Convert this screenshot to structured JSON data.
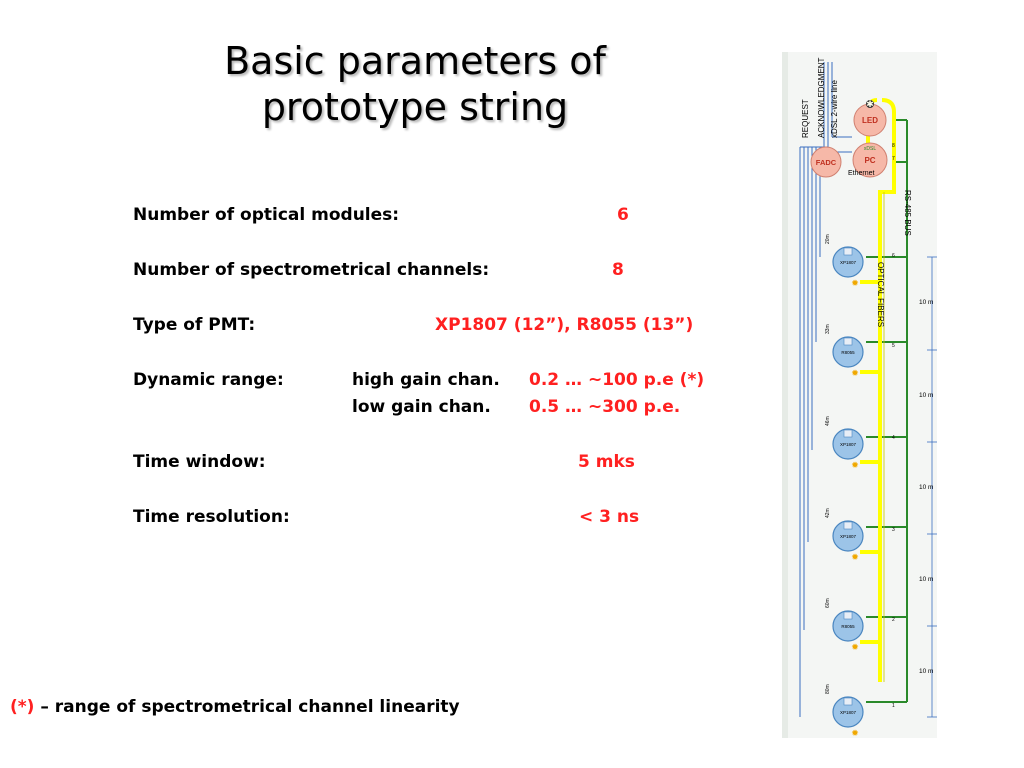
{
  "title": {
    "line1": "Basic parameters of",
    "line2": "prototype string"
  },
  "params": {
    "optical_modules": {
      "label": "Number of optical modules:",
      "value": "6"
    },
    "spectro_channels": {
      "label": "Number of spectrometrical channels:",
      "value": "8"
    },
    "pmt": {
      "label": "Type of PMT:",
      "value": "XP1807 (12”), R8055 (13”)"
    },
    "dynamic_range": {
      "label": "Dynamic range:",
      "high_label": "high gain chan.",
      "high_value": "0.2 … ~100 p.e (*)",
      "low_label": "low gain chan.",
      "low_value": "0.5 … ~300 p.e."
    },
    "time_window": {
      "label": "Time window:",
      "value": "5 mks"
    },
    "time_resolution": {
      "label": "Time resolution:",
      "value": "< 3 ns"
    }
  },
  "footnote": {
    "marker": "(*)",
    "text": " – range of spectrometrical channel linearity"
  },
  "diagram": {
    "vertical_labels": [
      "REQUEST",
      "ACKNOWLEDGMENT",
      "xDSL 2-wire line",
      "RS-485 BUS",
      "OPTICAL FIBERS"
    ],
    "led": "LED",
    "pc": "PC",
    "xdsl": "xDSL",
    "fadc": "FADC",
    "ethernet": "Ethernet",
    "spacing_label": "10 m",
    "module_names": [
      "XP1807",
      "R8055",
      "XP1807",
      "XP1807",
      "R8055",
      "XP1807"
    ],
    "module_numbers": [
      "6",
      "5",
      "4",
      "3",
      "2",
      "1"
    ],
    "cable_lengths": [
      "20m",
      "33m",
      "46m",
      "42m",
      "60m",
      "80m"
    ],
    "pc_ports": [
      "8",
      "7"
    ],
    "colors": {
      "fiber": "#ffff00",
      "bus": "#2a8a2a",
      "cable": "#3a6ec0",
      "module": "#9cc4e8",
      "led": "#f6b8a8"
    }
  }
}
